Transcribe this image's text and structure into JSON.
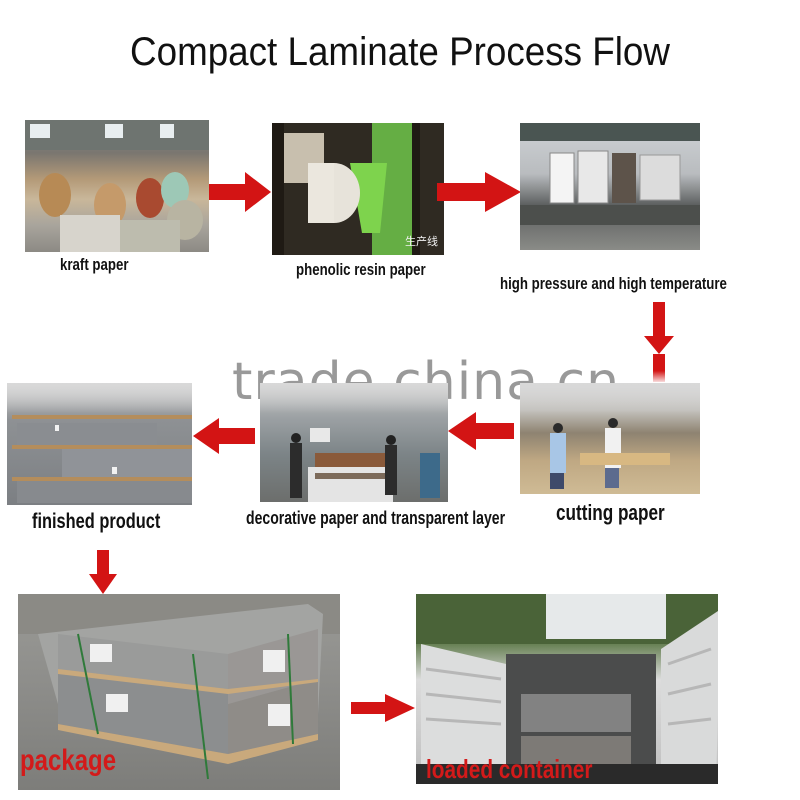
{
  "title": "Compact Laminate Process Flow",
  "watermark": "trade.china.cn",
  "steps": [
    {
      "label": "kraft paper"
    },
    {
      "label": "phenolic resin paper",
      "photo_caption": "生产线"
    },
    {
      "label": "high pressure and high temperature"
    },
    {
      "label": "cutting paper"
    },
    {
      "label": "decorative paper and  transparent layer"
    },
    {
      "label": "finished product"
    },
    {
      "label": "package"
    },
    {
      "label": "loaded container"
    }
  ],
  "colors": {
    "arrow": "#d31414",
    "text": "#111111",
    "overlay_label": "#d31a1a"
  }
}
